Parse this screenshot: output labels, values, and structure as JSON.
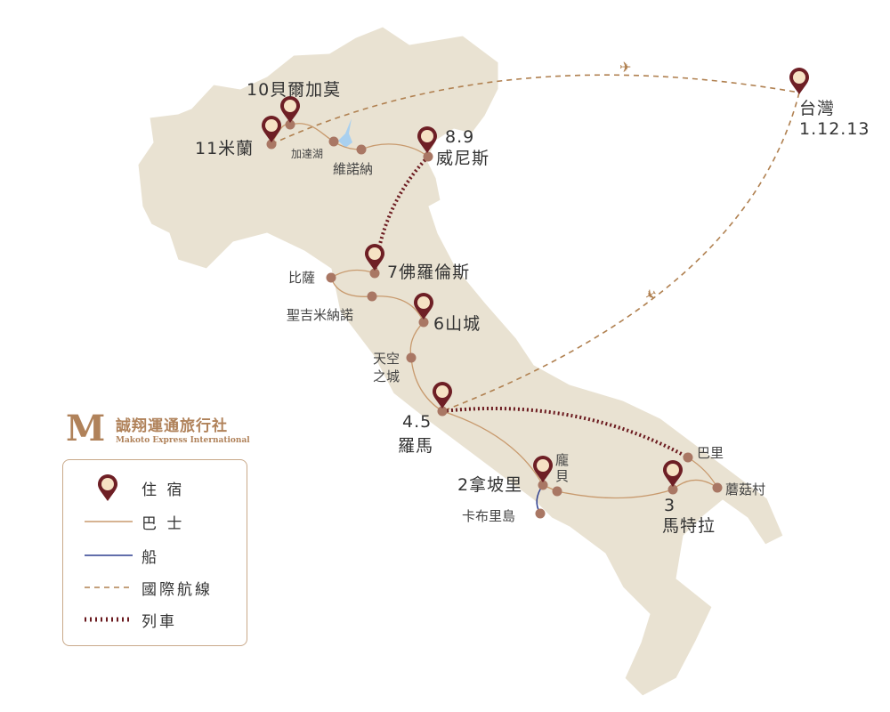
{
  "brand": {
    "logo_letter": "M",
    "name_cn": "誠翔運通旅行社",
    "name_en": "Makoto Express International"
  },
  "legend": {
    "items": [
      {
        "symbol": "pin",
        "label": "住 宿"
      },
      {
        "symbol": "bus-line",
        "label": "巴 士"
      },
      {
        "symbol": "boat-line",
        "label": "船"
      },
      {
        "symbol": "flight-line",
        "label": "國際航線"
      },
      {
        "symbol": "train-line",
        "label": "列車"
      }
    ]
  },
  "colors": {
    "land": "#e9e2d2",
    "pin": "#6e1f25",
    "pin_head": "#f6e2c4",
    "dot": "#a97764",
    "bus": "#c89a6e",
    "train": "#6b1a1f",
    "flight": "#b08050",
    "boat": "#2e3f8f",
    "lake": "#a9d0ef"
  },
  "stays": {
    "milan": "11米蘭",
    "bergamo": "10貝爾加莫",
    "venice_day": "8.9",
    "venice": "威尼斯",
    "florence": "7佛羅倫斯",
    "siena": "6山城",
    "rome_day": "4.5",
    "rome": "羅馬",
    "naples": "2拿坡里",
    "matera_day": "3",
    "matera": "馬特拉",
    "taiwan": "台灣",
    "taiwan_day": "1.12.13"
  },
  "stops": {
    "garda": "加達湖",
    "verona": "維諾納",
    "pisa": "比薩",
    "san_gimignano": "聖吉米納諾",
    "civita_1": "天空",
    "civita_2": "之城",
    "pompeii_1": "龐",
    "pompeii_2": "貝",
    "capri": "卡布里島",
    "bari": "巴里",
    "alberobello": "蘑菇村"
  }
}
